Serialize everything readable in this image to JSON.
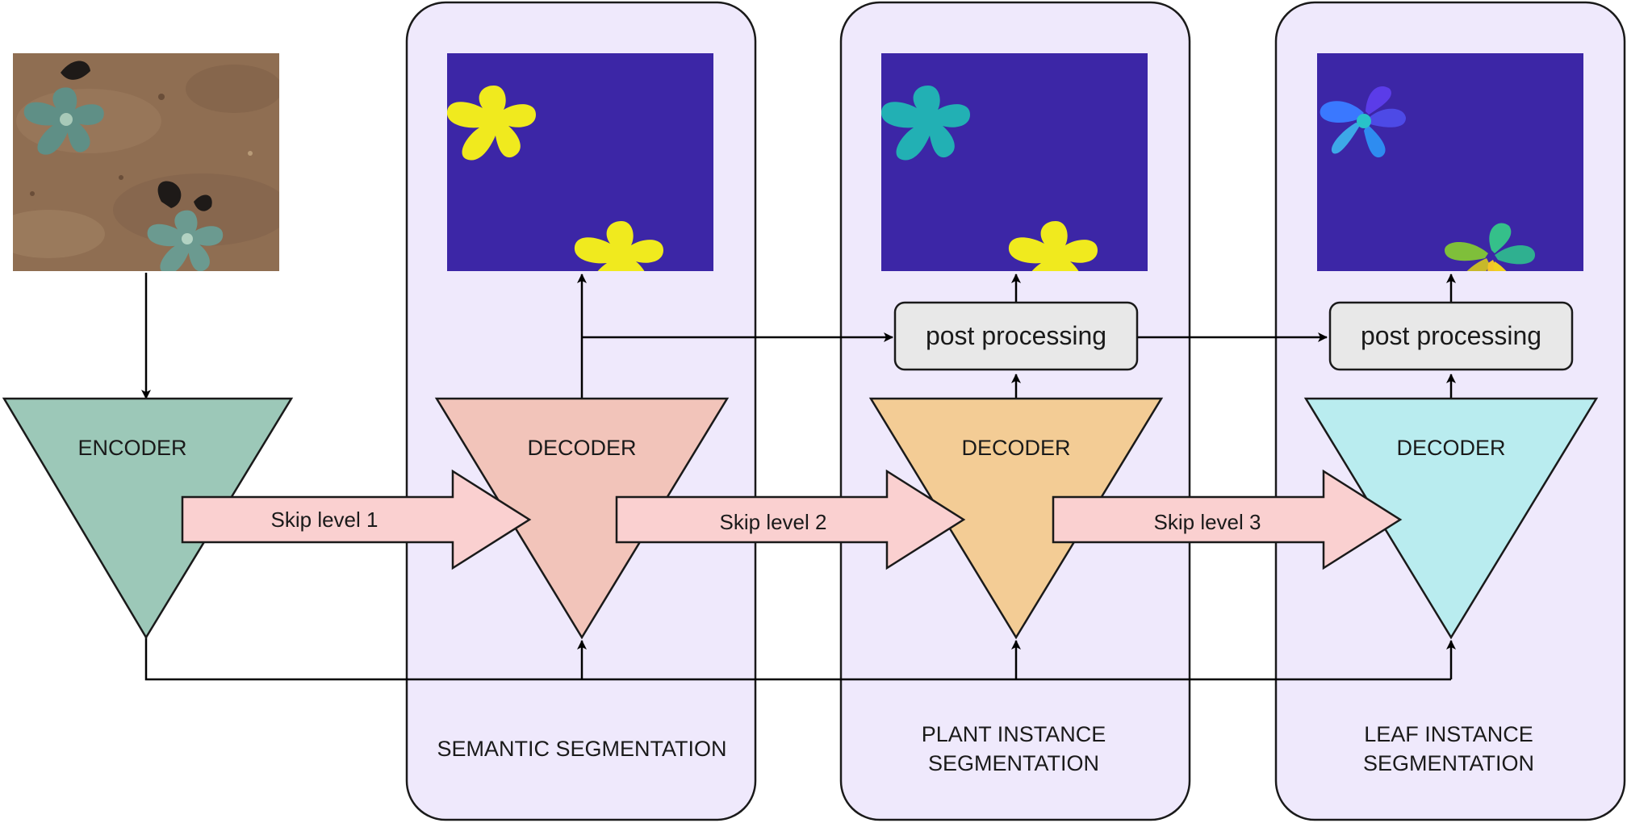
{
  "colors": {
    "panel_fill": "#efe9fc",
    "encoder_fill": "#9cc8b8",
    "decoder_semantic_fill": "#f2c4ba",
    "decoder_plant_fill": "#f3cc95",
    "decoder_leaf_fill": "#b9ecef",
    "skip_arrow_fill": "#fad0d0",
    "postproc_fill": "#e8e8e8",
    "mask_background": "#3c26a6",
    "semantic_mask": "#f0ea1e",
    "soil": "#8f6e52"
  },
  "encoder": {
    "label": "ENCODER"
  },
  "panels": [
    {
      "id": "semantic",
      "title_lines": [
        "SEMANTIC SEGMENTATION"
      ],
      "decoder_label": "DECODER",
      "post_processing_label": null,
      "skip_label": "Skip level 1"
    },
    {
      "id": "plant",
      "title_lines": [
        "PLANT INSTANCE",
        "SEGMENTATION"
      ],
      "decoder_label": "DECODER",
      "post_processing_label": "post processing",
      "skip_label": "Skip level 2"
    },
    {
      "id": "leaf",
      "title_lines": [
        "LEAF INSTANCE",
        "SEGMENTATION"
      ],
      "decoder_label": "DECODER",
      "post_processing_label": "post processing",
      "skip_label": "Skip level 3"
    }
  ]
}
